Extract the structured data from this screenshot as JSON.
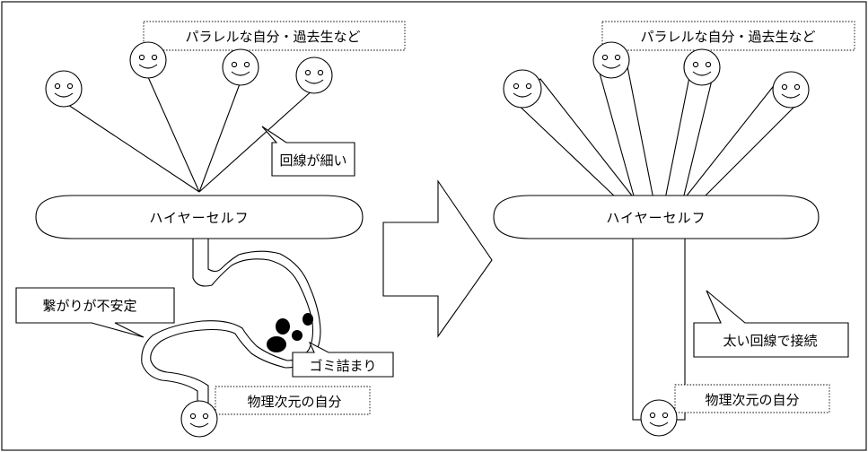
{
  "left": {
    "parallel_label": "パラレルな自分・過去生など",
    "callout_thin": "回線が細い",
    "higher_self": "ハイヤーセルフ",
    "callout_unstable": "繋がりが不安定",
    "callout_garbage": "ゴミ詰まり",
    "physical_self": "物理次元の自分"
  },
  "right": {
    "parallel_label": "パラレルな自分・過去生など",
    "higher_self": "ハイヤーセルフ",
    "callout_thick": "太い回線で接続",
    "physical_self": "物理次元の自分"
  }
}
